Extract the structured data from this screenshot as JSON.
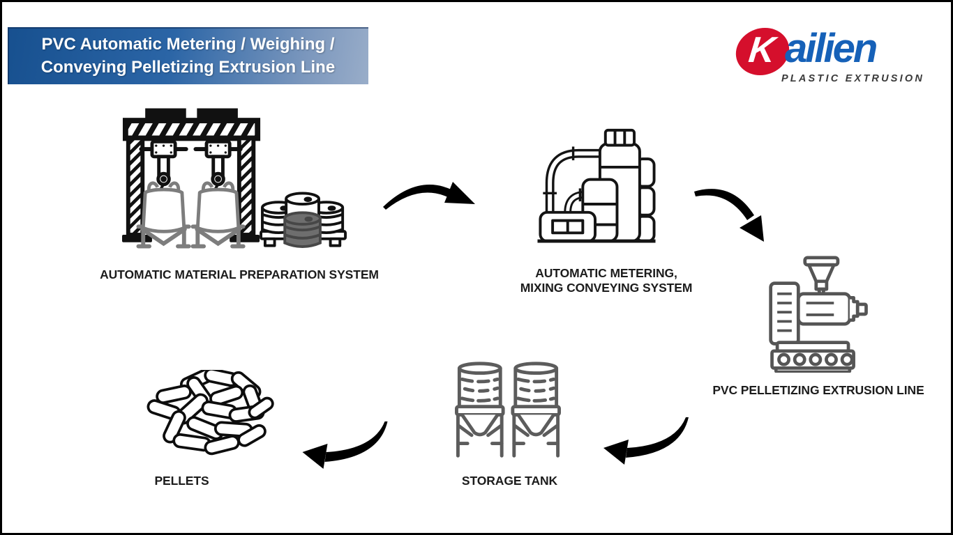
{
  "page": {
    "background": "#ffffff",
    "border_color": "#000000"
  },
  "banner": {
    "line1": "PVC Automatic Metering / Weighing /",
    "line2": "Conveying Pelletizing Extrusion Line",
    "gradient_start": "#17508f",
    "gradient_end": "#99adc9",
    "text_color": "#ffffff"
  },
  "logo": {
    "mark_letter": "K",
    "mark_color": "#d50f2c",
    "name_rest": "ailien",
    "name_color": "#1661b8",
    "subtitle": "PLASTIC EXTRUSION",
    "subtitle_color": "#3a3a3a"
  },
  "steps": [
    {
      "name": "material-preparation",
      "icon": "gantry-crane-bags-drums-icon",
      "lines": [
        "AUTOMATIC MATERIAL PREPARATION SYSTEM"
      ]
    },
    {
      "name": "metering-mixing",
      "icon": "mixing-plant-icon",
      "lines": [
        "AUTOMATIC METERING,",
        "MIXING CONVEYING SYSTEM"
      ]
    },
    {
      "name": "pelletizing-extrusion",
      "icon": "extruder-machine-icon",
      "lines": [
        "PVC PELLETIZING EXTRUSION LINE"
      ]
    },
    {
      "name": "storage-tank",
      "icon": "storage-silos-icon",
      "lines": [
        "STORAGE TANK"
      ]
    },
    {
      "name": "pellets",
      "icon": "pellets-pile-icon",
      "lines": [
        "PELLETS"
      ]
    }
  ],
  "arrows": [
    {
      "name": "arrow-prep-to-metering",
      "direction": "right-down"
    },
    {
      "name": "arrow-metering-to-extrusion",
      "direction": "down-right"
    },
    {
      "name": "arrow-extrusion-to-storage",
      "direction": "left"
    },
    {
      "name": "arrow-storage-to-pellets",
      "direction": "left"
    }
  ],
  "icon_colors": {
    "black": "#111111",
    "gray": "#7d7d7d",
    "dark_gray": "#555555",
    "silo_gray": "#5c5c5c"
  }
}
